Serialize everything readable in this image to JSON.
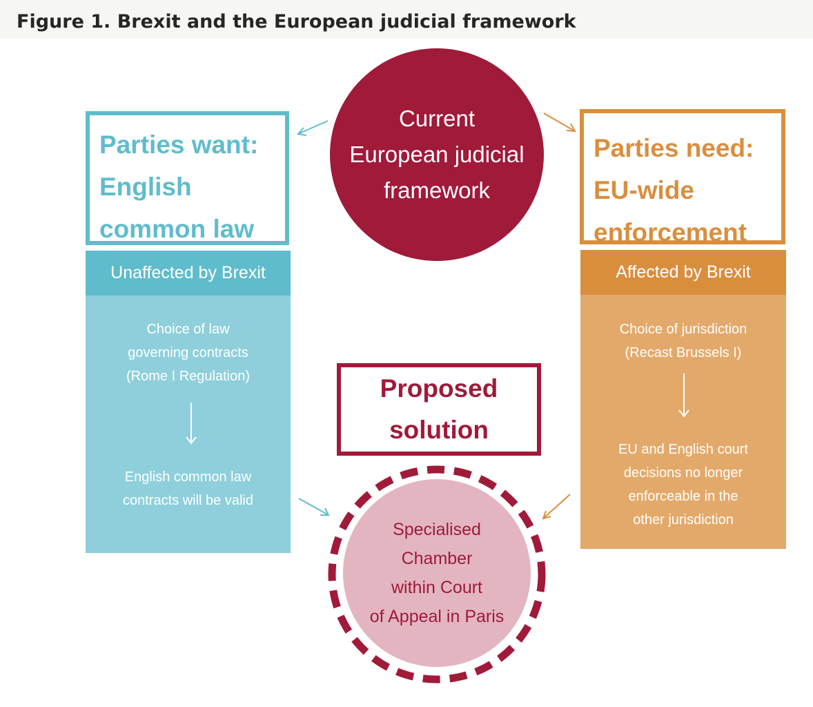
{
  "title": "Figure 1. Brexit and the European judicial framework",
  "center_circle": {
    "lines": [
      "Current",
      "European judicial",
      "framework"
    ]
  },
  "want_box": {
    "lines": [
      "Parties want:",
      "English",
      "common law"
    ]
  },
  "need_box": {
    "lines": [
      "Parties need:",
      "EU-wide",
      "enforcement"
    ]
  },
  "left_column": {
    "header": "Unaffected by Brexit",
    "top_lines": [
      "Choice of law",
      "governing contracts",
      "(Rome I Regulation)"
    ],
    "bottom_lines": [
      "English common law",
      "contracts will be valid"
    ]
  },
  "right_column": {
    "header": "Affected by Brexit",
    "top_lines": [
      "Choice of jurisdiction",
      "(Recast Brussels I)"
    ],
    "bottom_lines": [
      "EU and English court",
      "decisions no longer",
      "enforceable in the",
      "other jurisdiction"
    ]
  },
  "proposed_box": {
    "lines": [
      "Proposed",
      "solution"
    ]
  },
  "solution_circle": {
    "lines": [
      "Specialised",
      "Chamber",
      "within Court",
      "of Appeal in Paris"
    ]
  },
  "colors": {
    "crimson": "#a01a3a",
    "teal": "#5fbccc",
    "teal_light": "#8ecfdb",
    "orange": "#d98e3e",
    "orange_light": "#e3a96a",
    "pink": "#e2b5c1"
  }
}
